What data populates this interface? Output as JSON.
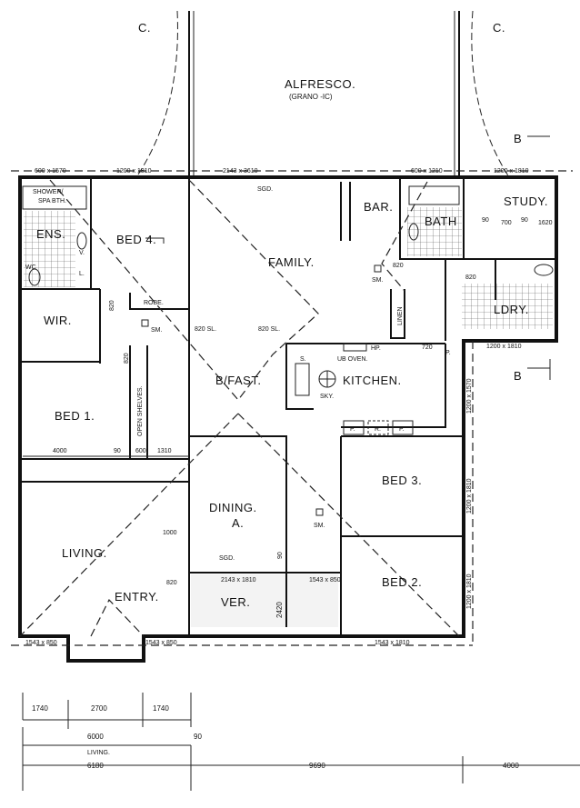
{
  "section_marks": {
    "c_left": "C.",
    "c_right": "C.",
    "b_top": "B",
    "b_bottom": "B"
  },
  "rooms": {
    "alfresco": "ALFRESCO.",
    "alfresco_note": "(GRANO -IC)",
    "shower": "SHOWER/",
    "spa_bath": "SPA BTH.",
    "ens": "ENS.",
    "wc": "WC",
    "bed4": "BED 4.",
    "robe": "ROBE.",
    "wir": "WIR.",
    "bed1": "BED 1.",
    "open_shelves": "OPEN SHELVES.",
    "family": "FAMILY.",
    "bar": "BAR.",
    "bath": "BATH",
    "study": "STUDY.",
    "linen": "LINEN",
    "ldry": "LDRY.",
    "bfast": "B/FAST.",
    "kitchen": "KITCHEN.",
    "bed3": "BED 3.",
    "dining": "DINING.",
    "dining_a": "A.",
    "living": "LIVING.",
    "entry": "ENTRY.",
    "ver": "VER.",
    "bed2": "BED 2."
  },
  "fixtures": {
    "sm": "SM.",
    "sky": "SKY.",
    "hp": "HP.",
    "ub_oven": "UB OVEN.",
    "s": "S.",
    "p": "P.",
    "r": "R.",
    "v": "V.",
    "l": "L.",
    "sgd": "SGD.",
    "sgd2": "SGD."
  },
  "dimensions": {
    "w600x1570": "600 x 1570",
    "w1200x1810a": "1200 x 1810",
    "w2143x3610": "2143 x 3610",
    "w600x1210": "600 x 1210",
    "w1200x1810b": "1200 x 1810",
    "w1200x1810c": "1200 x 1810",
    "w1200x1570": "1200 x 1570",
    "w1200x1810d": "1200 x 1810",
    "w1200x1810e": "1200 x 1810",
    "w2143x1810": "2143 x 1810",
    "w1543x850a": "1543 x 850",
    "w1543x850b": "1543 x 850",
    "w1543x850c": "1543 x 850",
    "w1543x1810": "1543 x 1810",
    "d820a": "820",
    "d820b": "820",
    "d820c": "820",
    "d820d": "820",
    "d820e": "820",
    "d820sl1": "820 SL.",
    "d820sl2": "820 SL.",
    "d720": "720",
    "d1000": "1000",
    "d2420": "2420",
    "d90a": "90",
    "d700": "700",
    "d90b": "90",
    "d1620": "1620",
    "d4000a": "4000",
    "d90c": "90",
    "d600": "600",
    "d1310": "1310",
    "d90d": "90",
    "b1740a": "1740",
    "b2700": "2700",
    "b1740b": "1740",
    "b6000": "6000",
    "b90": "90",
    "b_living": "LIVING.",
    "b6180": "6180",
    "b9690": "9690",
    "b4000": "4000"
  }
}
